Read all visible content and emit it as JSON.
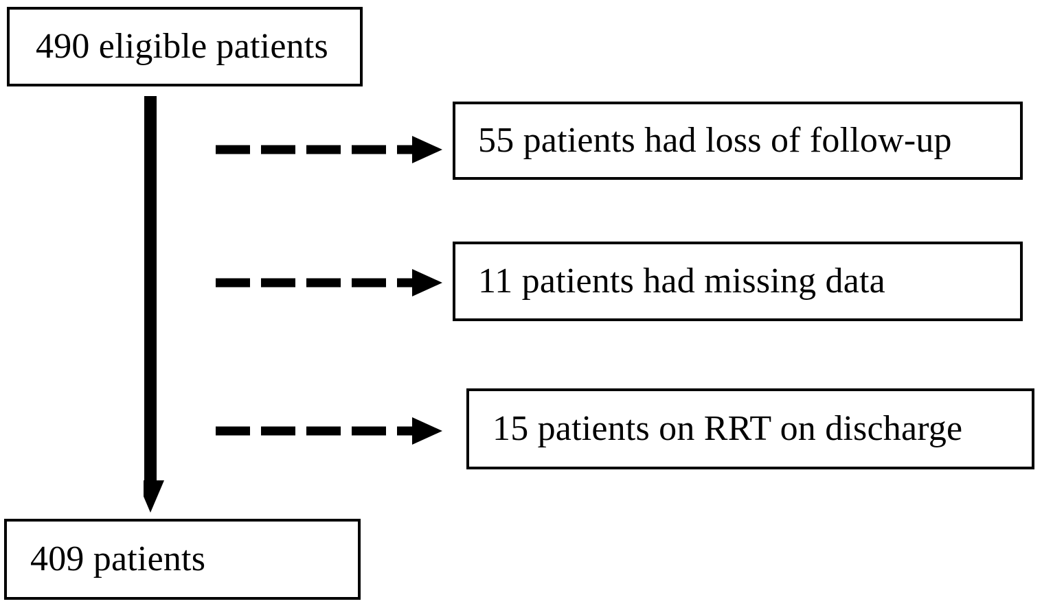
{
  "diagram": {
    "type": "patient-flow-diagram",
    "title": "",
    "colors": {
      "background": "#ffffff",
      "border": "#000000",
      "text": "#000000",
      "arrow": "#000000"
    },
    "nodes": {
      "eligible": {
        "label": "490 eligible patients",
        "count": 490
      },
      "final": {
        "label": "409 patients",
        "count": 409
      },
      "exclusion_followup": {
        "label": "55 patients had loss of follow-up",
        "count": 55
      },
      "exclusion_missing": {
        "label": "11 patients had missing data",
        "count": 11
      },
      "exclusion_rrt": {
        "label": "15 patients on RRT on discharge",
        "count": 15
      }
    },
    "edges": {
      "main": {
        "style": "solid",
        "direction": "down",
        "from": "eligible",
        "to": "final"
      },
      "branch_1": {
        "style": "dashed",
        "direction": "right",
        "from": "eligible",
        "to": "exclusion_followup"
      },
      "branch_2": {
        "style": "dashed",
        "direction": "right",
        "from": "eligible",
        "to": "exclusion_missing"
      },
      "branch_3": {
        "style": "dashed",
        "direction": "right",
        "from": "eligible",
        "to": "exclusion_rrt"
      }
    }
  }
}
